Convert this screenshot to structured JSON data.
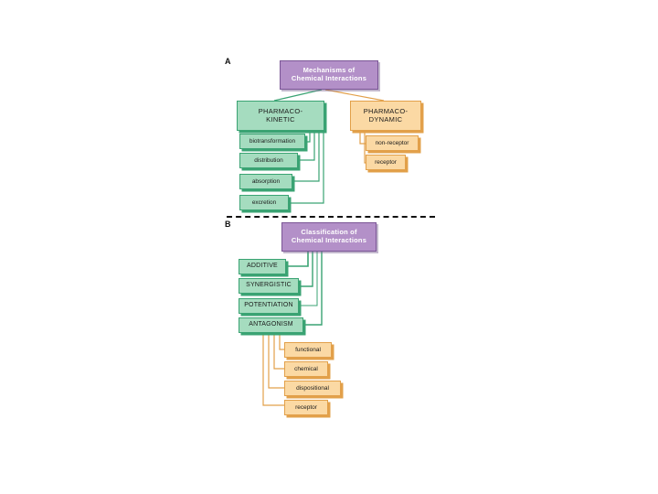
{
  "figure": {
    "background_color": "#ffffff",
    "panels": [
      {
        "letter": "A",
        "root": {
          "label_line1": "Mechanisms of",
          "label_line2": "Chemical Interactions",
          "color": "#b390c8"
        },
        "branches": [
          {
            "label_line1": "PHARMACO-",
            "label_line2": "KINETIC",
            "color": "#a5dcbf",
            "children": [
              "biotransformation",
              "distribution",
              "absorption",
              "excretion"
            ]
          },
          {
            "label_line1": "PHARMACO-",
            "label_line2": "DYNAMIC",
            "color": "#fbd9a4",
            "children": [
              "non-receptor",
              "receptor"
            ]
          }
        ]
      },
      {
        "letter": "B",
        "root": {
          "label_line1": "Classification of",
          "label_line2": "Chemical Interactions",
          "color": "#b390c8"
        },
        "categories": [
          "ADDITIVE",
          "SYNERGISTIC",
          "POTENTIATION",
          "ANTAGONISM"
        ],
        "antagonism_children": [
          "functional",
          "chemical",
          "dispositional",
          "receptor"
        ]
      }
    ],
    "divider": {
      "style": "dashed",
      "color": "#111111"
    },
    "colors": {
      "purple_fill": "#b390c8",
      "purple_border": "#7a5596",
      "green_fill": "#a5dcbf",
      "green_border": "#3aa373",
      "orange_fill": "#fbd9a4",
      "orange_border": "#e2a04a",
      "text_dark": "#1a1a1a",
      "text_light": "#ffffff"
    }
  }
}
